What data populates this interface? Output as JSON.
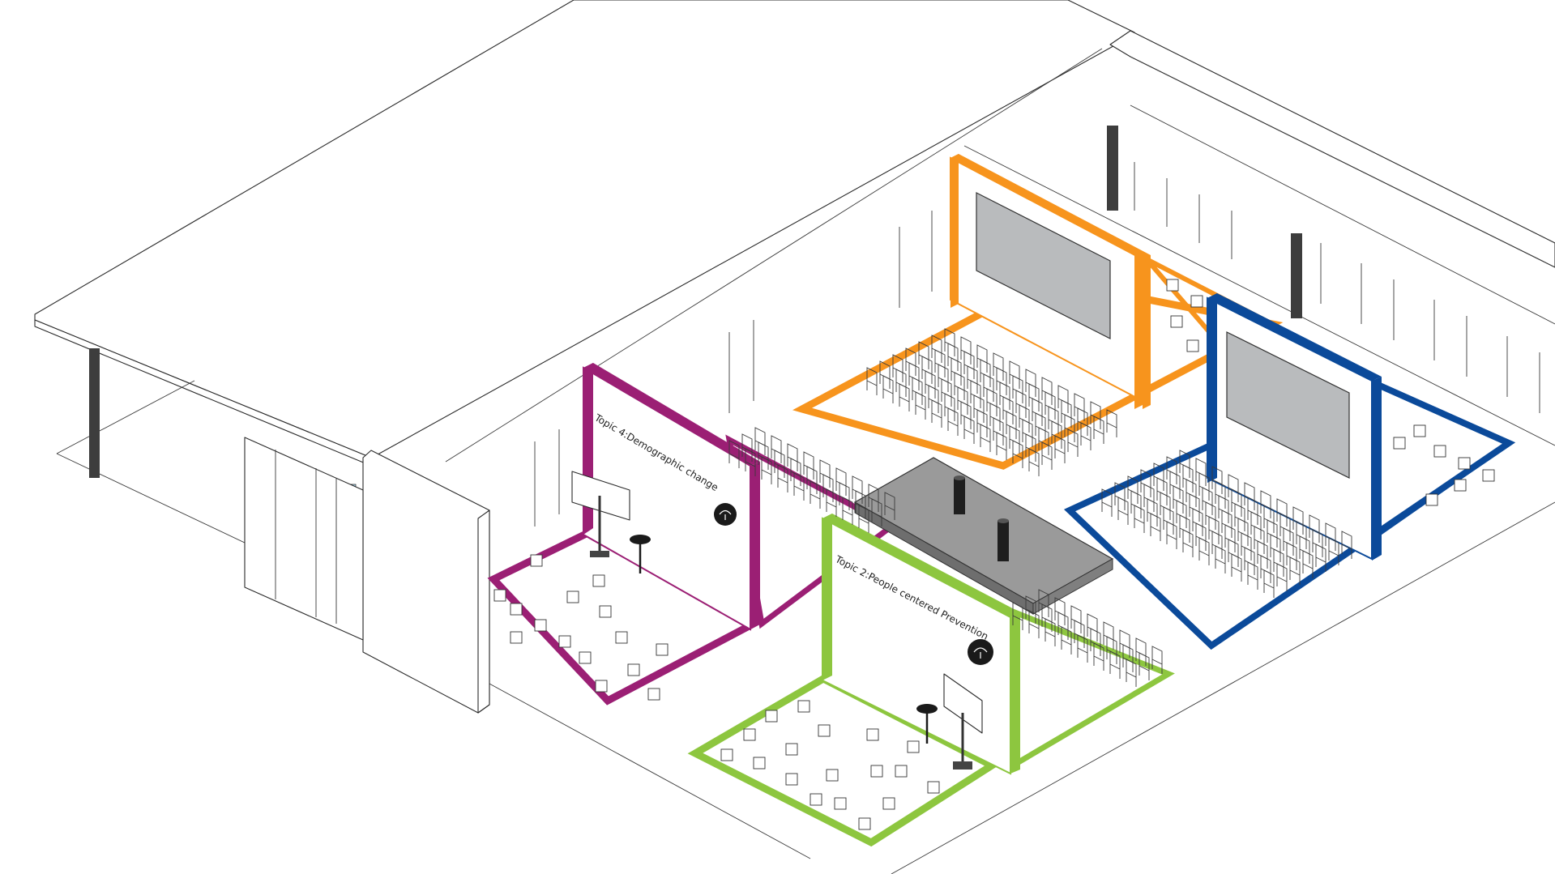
{
  "zones": [
    {
      "id": "topic-4",
      "color": "#9b1f74",
      "panel_label": "Topic 4:Demographic change"
    },
    {
      "id": "topic-2",
      "color": "#8dc63f",
      "panel_label": "Topic 2:People centered Prevention"
    },
    {
      "id": "orange-stage",
      "color": "#f7941d",
      "panel_label": ""
    },
    {
      "id": "blue-stage",
      "color": "#0b4a9a",
      "panel_label": ""
    }
  ],
  "icons": {
    "logo": "umbrella-logo-icon",
    "column": "column-icon",
    "seat": "chair-icon",
    "cube_seat": "cube-stool-icon",
    "monitor": "monitor-stand-icon",
    "table": "bar-table-icon"
  },
  "colors": {
    "background": "#ffffff",
    "outline": "#2a2a2a",
    "screen": "#b9bbbd",
    "column": "#3d3d3d",
    "canopy": "#9a9a9a"
  }
}
